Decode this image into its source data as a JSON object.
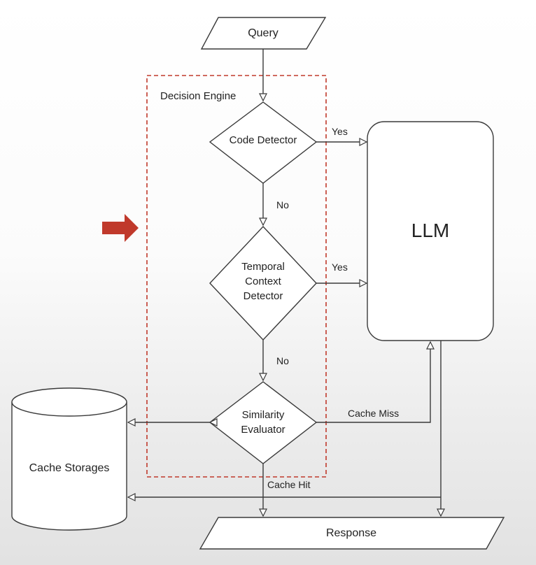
{
  "nodes": {
    "query": "Query",
    "decision_engine": "Decision Engine",
    "code_detector": "Code Detector",
    "temporal_line1": "Temporal",
    "temporal_line2": "Context",
    "temporal_line3": "Detector",
    "similarity_line1": "Similarity",
    "similarity_line2": "Evaluator",
    "llm": "LLM",
    "cache_storages": "Cache Storages",
    "response": "Response"
  },
  "edges": {
    "code_yes": "Yes",
    "code_no": "No",
    "temporal_yes": "Yes",
    "temporal_no": "No",
    "cache_miss": "Cache Miss",
    "cache_hit": "Cache Hit"
  },
  "colors": {
    "line": "#3a3a3a",
    "dashed_box": "#c0392b",
    "pointer_arrow": "#c0392b"
  }
}
